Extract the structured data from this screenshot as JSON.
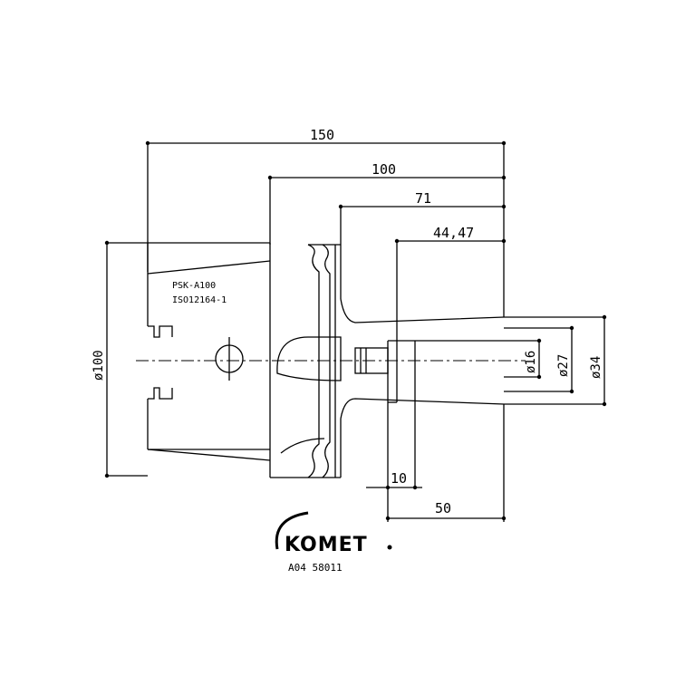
{
  "dimensions": {
    "overall_length": "150",
    "flange_length": "100",
    "body_length": "71",
    "shank_length": "44,47",
    "diameter_outer": "ø100",
    "diameter_16": "ø16",
    "diameter_27": "ø27",
    "diameter_34": "ø34",
    "offset": "10",
    "projection": "50"
  },
  "labels": {
    "standard_line1": "PSK-A100",
    "standard_line2": "ISO12164-1"
  },
  "brand": {
    "name": "KOMET",
    "part_number": "A04 58011"
  }
}
